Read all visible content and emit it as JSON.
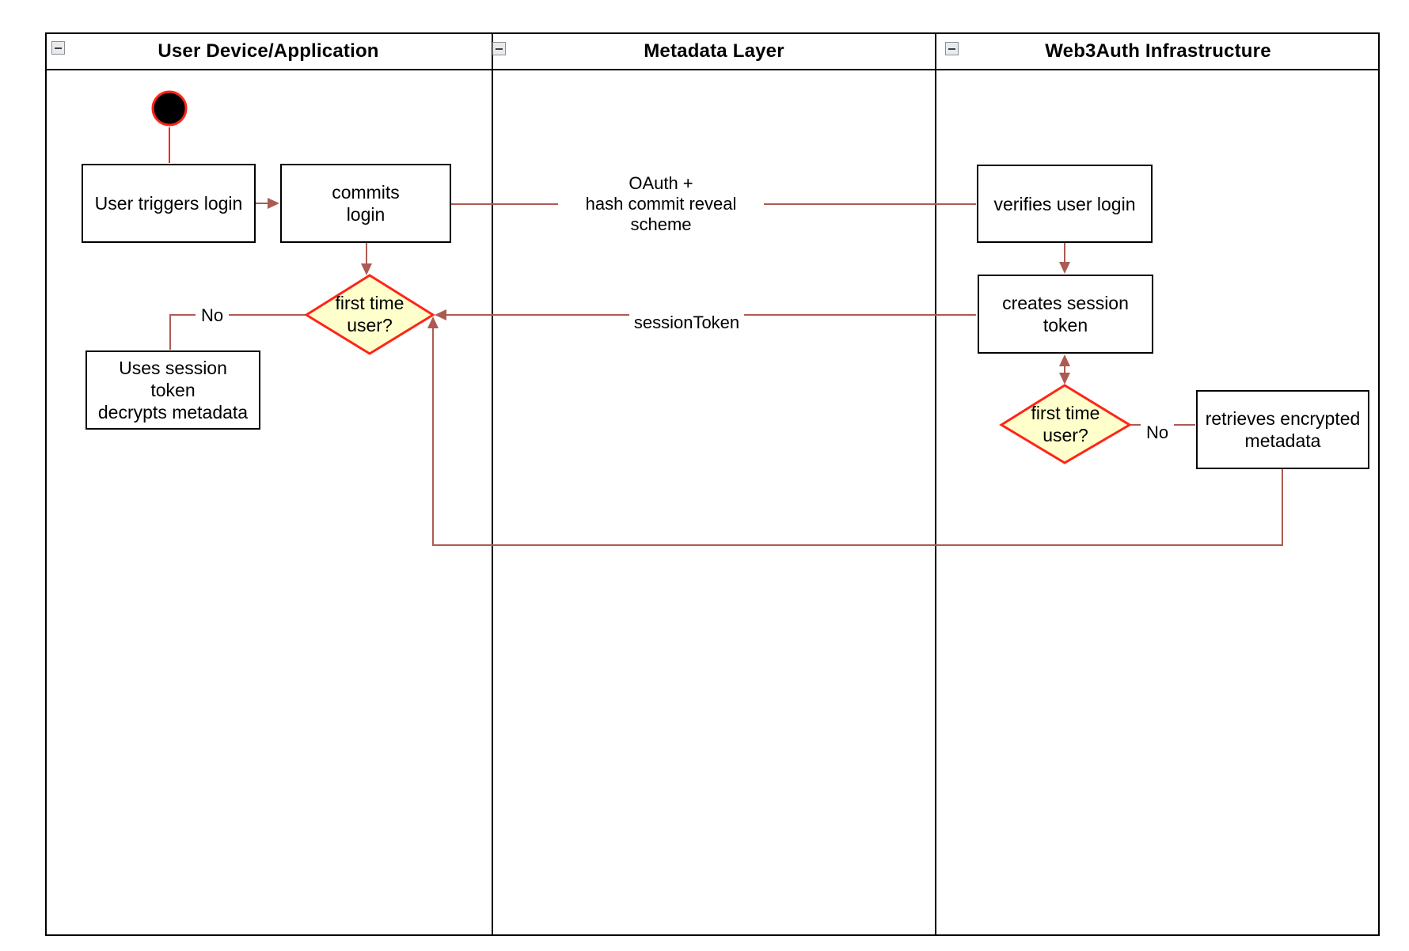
{
  "lanes": [
    {
      "title": "User Device/Application"
    },
    {
      "title": "Metadata Layer"
    },
    {
      "title": "Web3Auth Infrastructure"
    }
  ],
  "nodes": {
    "user_triggers_login": "User triggers login",
    "commits_login": "commits\nlogin",
    "first_time_user_left": "first time\nuser?",
    "uses_session_token": "Uses session\ntoken\ndecrypts metadata",
    "verifies_user_login": "verifies user login",
    "creates_session_token": "creates session\ntoken",
    "first_time_user_right": "first time\nuser?",
    "retrieves_encrypted_metadata": "retrieves encrypted\nmetadata"
  },
  "edge_labels": {
    "oauth": "OAuth +\nhash commit reveal scheme",
    "session_token": "sessionToken",
    "no_left": "No",
    "no_right": "No"
  },
  "colors": {
    "connector": "#AC5B52",
    "shape_stroke": "#FF2417",
    "diamond_fill": "#FFFFCC",
    "start_fill": "#000000"
  }
}
